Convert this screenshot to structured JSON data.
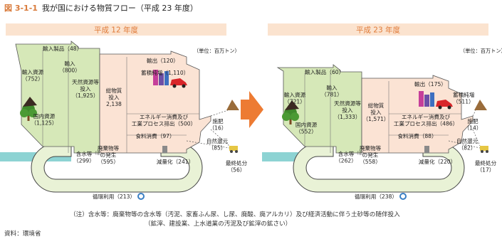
{
  "figure": {
    "number": "図 3-1-1",
    "title": "我が国における物質フロー（平成 23 年度）"
  },
  "panels": {
    "left": {
      "header": "平成 12 年度",
      "unit": "（単位：百万トン）",
      "labels": {
        "import_products": "輸入製品（48）",
        "import": [
          "輸入",
          "（800）"
        ],
        "import_resources": [
          "輸入資源",
          "（752）"
        ],
        "natural_resources": [
          "天然資源等",
          "投入",
          "（1,925）"
        ],
        "domestic_resources": [
          "国内資源",
          "（1,125）"
        ],
        "total_input": [
          "総物質",
          "投入",
          "2,138"
        ],
        "export": "輸出（120）",
        "accumulation": "蓄積純増（1,110）",
        "energy": [
          "エネルギー消費及び",
          "工業プロセス排出（500）"
        ],
        "fertilizer": [
          "施肥",
          "（16）"
        ],
        "food": "食料消費（97）",
        "natural_return": [
          "自然還元",
          "（85）"
        ],
        "waste": [
          "廃棄物等",
          "の発生",
          "（595）"
        ],
        "water": [
          "含水等",
          "（299）"
        ],
        "water_note": "（注）",
        "reduction": "減量化（241）",
        "final_disposal": [
          "最終処分",
          "（56）"
        ],
        "recycle": "循環利用（213）"
      }
    },
    "right": {
      "header": "平成 23 年度",
      "unit": "（単位：百万トン）",
      "labels": {
        "import_products": "輸入製品（60）",
        "import": [
          "輸入",
          "（781）"
        ],
        "import_resources": [
          "輸入資源",
          "（721）"
        ],
        "natural_resources": [
          "天然資源等",
          "投入",
          "（1,333）"
        ],
        "domestic_resources": [
          "国内資源",
          "（552）"
        ],
        "total_input": [
          "総物質",
          "投入",
          "（1,571）"
        ],
        "export": "輸出（175）",
        "accumulation": [
          "蓄積純増",
          "（511）"
        ],
        "energy": [
          "エネルギー消費及び",
          "工業プロセス排出（486）"
        ],
        "fertilizer": [
          "施肥",
          "（14）"
        ],
        "food": "食料消費（88）",
        "natural_return": [
          "自然還元",
          "（82）"
        ],
        "waste": [
          "廃棄物等",
          "の発生",
          "（558）"
        ],
        "water": [
          "含水等",
          "（262）"
        ],
        "water_note": "（注）",
        "reduction": "減量化（220）",
        "final_disposal": [
          "最終処分",
          "（17）"
        ],
        "recycle": "循環利用（238）"
      }
    }
  },
  "note": [
    "（注）含水等：廃棄物等の含水等（汚泥、家畜ふん尿、し尿、廃酸、廃アルカリ）及び経済活動に伴う土砂等の随伴投入",
    "（鉱滓、建設業、上水道業の汚泥及び鉱滓の鉱さい）"
  ],
  "source": "資料：環境省",
  "colors": {
    "header_bg": "#fbe3cf",
    "header_text": "#e07b39",
    "input_flow": "#d6e8b8",
    "main_flow": "#fbe3d4",
    "loop": "#e9f2d6",
    "water": "#8dd3d3",
    "arrow": "#ed7b33",
    "figure_num": "#d97a3a"
  },
  "icons": [
    "tree-icon",
    "mountain-icon",
    "factory-icon",
    "car-icon",
    "trash-icon",
    "truck-icon",
    "recycle-icon",
    "process-arrow-icon"
  ]
}
